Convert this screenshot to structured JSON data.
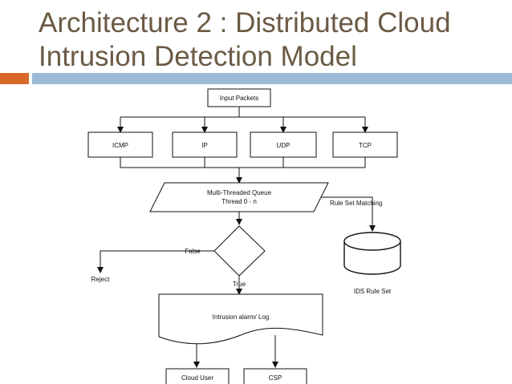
{
  "slide": {
    "title_line1": "Architecture 2 : Distributed Cloud",
    "title_line2": "Intrusion Detection Model"
  },
  "diagram": {
    "input": "Input Packets",
    "protocols": [
      "ICMP",
      "IP",
      "UDP",
      "TCP"
    ],
    "queue_line1": "Multi-Threaded Queue",
    "queue_line2": "Thread 0 - n",
    "rule_matching": "Rule Set Matching",
    "database": "IDS Rule Set",
    "false_label": "False",
    "reject": "Reject",
    "true_label": "True",
    "alarm": "Intrusion alarm/ Log",
    "outputs": [
      "Cloud User",
      "CSP"
    ]
  },
  "colors": {
    "title": "#6b5a45",
    "accent_orange": "#d9692b",
    "accent_blue": "#9cbbd6"
  }
}
